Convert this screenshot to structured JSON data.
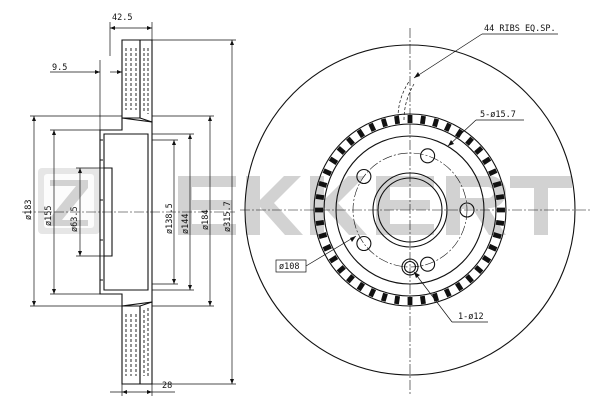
{
  "brand": {
    "watermark_text": "ZEKKERT",
    "watermark_color": "#d2d2d2"
  },
  "side_view": {
    "dim_hub_offset": "42.5",
    "dim_flange": "9.5",
    "dim_dia_183": "ø183",
    "dim_dia_155": "ø155",
    "dim_dia_63_5": "ø63.5",
    "dim_dia_138_5": "ø138.5",
    "dim_dia_144": "ø144",
    "dim_dia_184": "ø184",
    "dim_dia_315_7": "ø315.7",
    "dim_width": "28"
  },
  "front_view": {
    "ribs_label": "44 RIBS EQ.SP.",
    "rib_count": 44,
    "bolt_holes_label": "5-ø15.7",
    "bolt_circle_label": "ø108",
    "pin_hole_label": "1-ø12"
  },
  "colors": {
    "line": "#111111",
    "background": "#ffffff"
  }
}
